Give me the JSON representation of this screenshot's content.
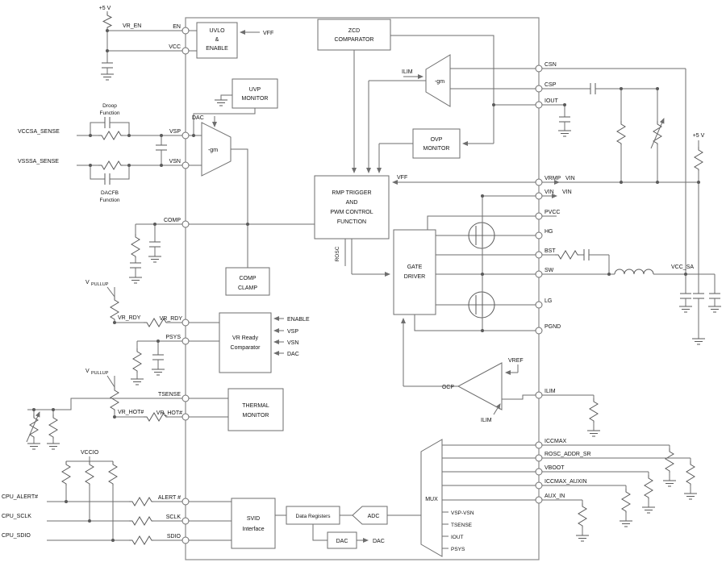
{
  "ic": {
    "pins_left": [
      "EN",
      "VCC",
      "VSP",
      "VSN",
      "COMP",
      "VR_RDY",
      "PSYS",
      "TSENSE",
      "VR_HOT#",
      "ALERT #",
      "SCLK",
      "SDIO"
    ],
    "pins_right": [
      "CSN",
      "CSP",
      "IOUT",
      "VRMP",
      "VIN",
      "PVCC",
      "HG",
      "BST",
      "SW",
      "LG",
      "PGND",
      "ILIM",
      "ICCMAX",
      "ROSC_ADDR_SR",
      "VBOOT",
      "ICCMAX_AUXIN",
      "AUX_IN"
    ]
  },
  "blocks": {
    "uvlo1": "UVLO",
    "uvlo2": "&",
    "uvlo3": "ENABLE",
    "zcd1": "ZCD",
    "zcd2": "COMPARATOR",
    "uvp1": "UVP",
    "uvp2": "MONITOR",
    "ovp1": "OVP",
    "ovp2": "MONITOR",
    "rmp1": "RMP TRIGGER",
    "rmp2": "AND",
    "rmp3": "PWM CONTROL",
    "rmp4": "FUNCTION",
    "clamp1": "COMP",
    "clamp2": "CLAMP",
    "vrready1": "VR Ready",
    "vrready2": "Comparator",
    "thermal1": "THERMAL",
    "thermal2": "MONITOR",
    "driver1": "GATE",
    "driver2": "DRIVER",
    "svid1": "SVID",
    "svid2": "Interface",
    "datareg": "Data Registers",
    "adc": "ADC",
    "dac": "DAC",
    "mux": "MUX",
    "gm_left": "-gm",
    "gm_right": "-gm",
    "ocp": "OCP"
  },
  "signals": {
    "vff_uvlo": "VFF",
    "dac_gm": "DAC",
    "ilim_gm": "ILIM",
    "vff_rmp": "VFF",
    "rosc": "ROSC",
    "enable": "ENABLE",
    "vsp": "VSP",
    "vsn": "VSN",
    "dac_cmp": "DAC",
    "vref": "VREF",
    "ilim_ocp": "ILIM",
    "mux_in_0": "VSP-VSN",
    "mux_in_1": "TSENSE",
    "mux_in_2": "IOUT",
    "mux_in_3": "PSYS",
    "dac_out": "DAC"
  },
  "external_left": {
    "p5v": "+5 V",
    "vr_en": "VR_EN",
    "droop1": "Droop",
    "droop2": "Function",
    "vccsa": "VCCSA_SENSE",
    "vsssa": "VSSSA_SENSE",
    "dacfb1": "DACFB",
    "dacfb2": "Function",
    "vpullup_v": "V",
    "vpullup_sub": "PULLUP",
    "vr_rdy": "VR_RDY",
    "vr_hot": "VR_HOT#",
    "vccio": "VCCIO",
    "cpu_alert": "CPU_ALERT#",
    "cpu_sclk": "CPU_SCLK",
    "cpu_sdio": "CPU_SDIO"
  },
  "external_right": {
    "p5v": "+5 V",
    "vin_a": "VIN",
    "vin_b": "VIN",
    "vcc_sa": "VCC_SA"
  },
  "colors": {
    "wire": "#6e6e6e",
    "text": "#111111",
    "chip_outline": "#8a8a8a"
  }
}
